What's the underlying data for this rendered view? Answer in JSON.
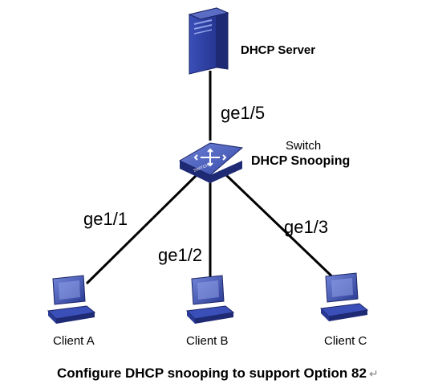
{
  "server": {
    "label": "DHCP Server"
  },
  "switch": {
    "label_top": "Switch",
    "label_bottom": "DHCP Snooping",
    "badge": "SWITCH"
  },
  "ports": {
    "uplink": "ge1/5",
    "a": "ge1/1",
    "b": "ge1/2",
    "c": "ge1/3"
  },
  "clients": {
    "a": "Client  A",
    "b": "Client  B",
    "c": "Client  C"
  },
  "caption": "Configure DHCP snooping to support Option 82",
  "caption_mark": "↵",
  "colors": {
    "device_blue": "#2e3f99",
    "device_dark": "#1f2a75",
    "device_light": "#6d7ed0",
    "link": "#000000"
  }
}
